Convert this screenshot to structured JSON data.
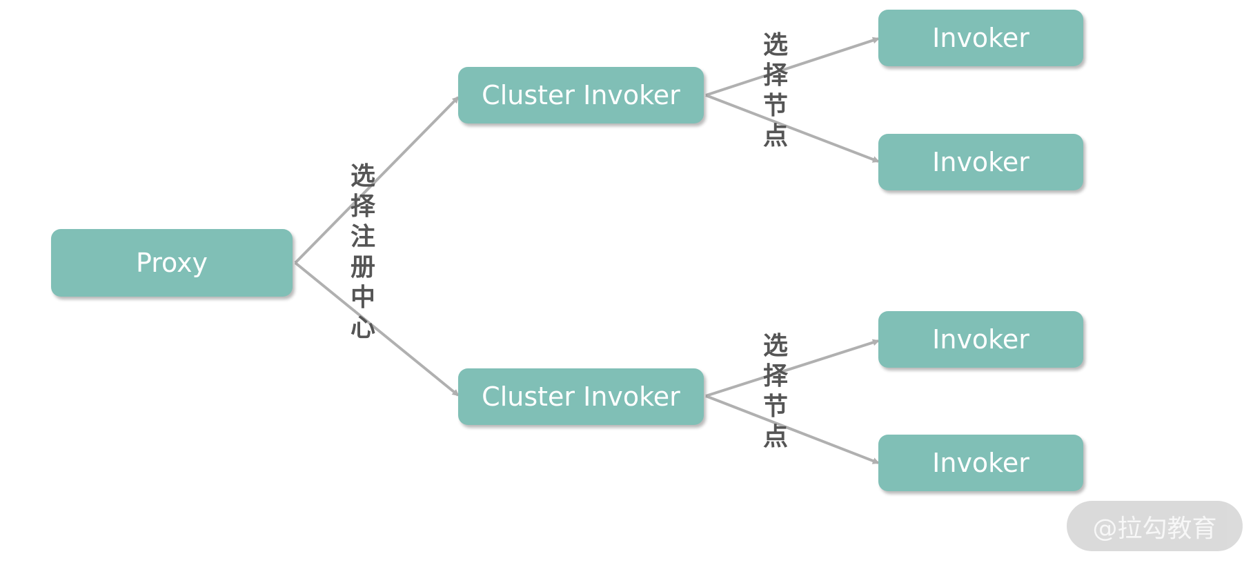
{
  "nodes": {
    "proxy": "Proxy",
    "cluster_top": "Cluster Invoker",
    "cluster_bottom": "Cluster Invoker",
    "invoker_1": "Invoker",
    "invoker_2": "Invoker",
    "invoker_3": "Invoker",
    "invoker_4": "Invoker"
  },
  "edge_labels": {
    "select_registry": "选择注册中心",
    "select_node_top": "选择节点",
    "select_node_bottom": "选择节点"
  },
  "watermark": "@拉勾教育",
  "colors": {
    "node_fill": "#80bfb6",
    "node_text": "#ffffff",
    "edge": "#b0b0b0",
    "label_text": "#555555",
    "watermark_bg": "#d9d9d9"
  }
}
